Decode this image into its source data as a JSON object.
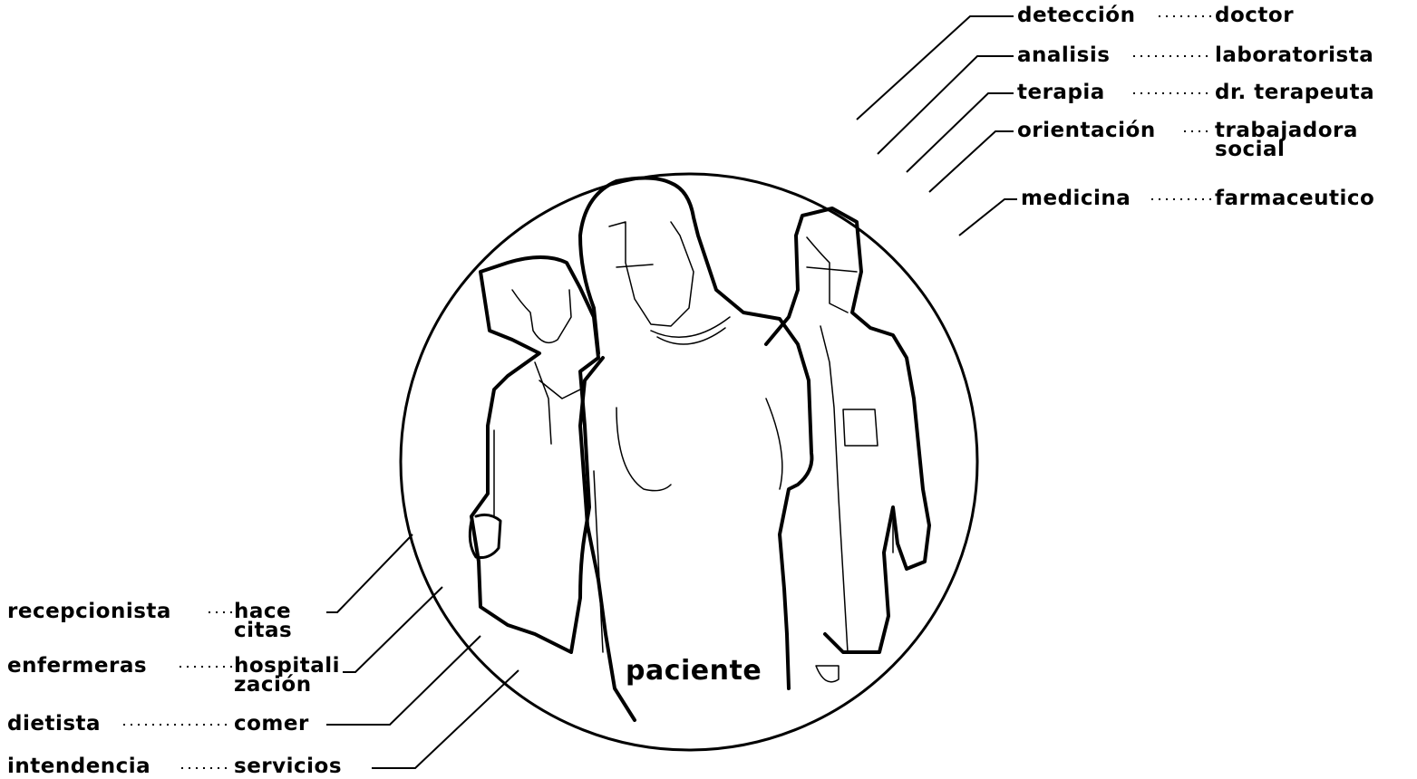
{
  "center_label": "paciente",
  "right_labels": [
    {
      "service": "detección",
      "role": "doctor"
    },
    {
      "service": "analisis",
      "role": "laboratorista"
    },
    {
      "service": "terapia",
      "role": "dr. terapeuta"
    },
    {
      "service": "orientación",
      "role": "trabajadora social"
    },
    {
      "service": "medicina",
      "role": "farmaceutico"
    }
  ],
  "left_labels": [
    {
      "role": "recepcionista",
      "service": "hace citas"
    },
    {
      "role": "enfermeras",
      "service": "hospitalización"
    },
    {
      "role": "dietista",
      "service": "comer"
    },
    {
      "role": "intendencia",
      "service": "servicios"
    }
  ],
  "colors": {
    "ink": "#000000",
    "background": "#ffffff"
  }
}
